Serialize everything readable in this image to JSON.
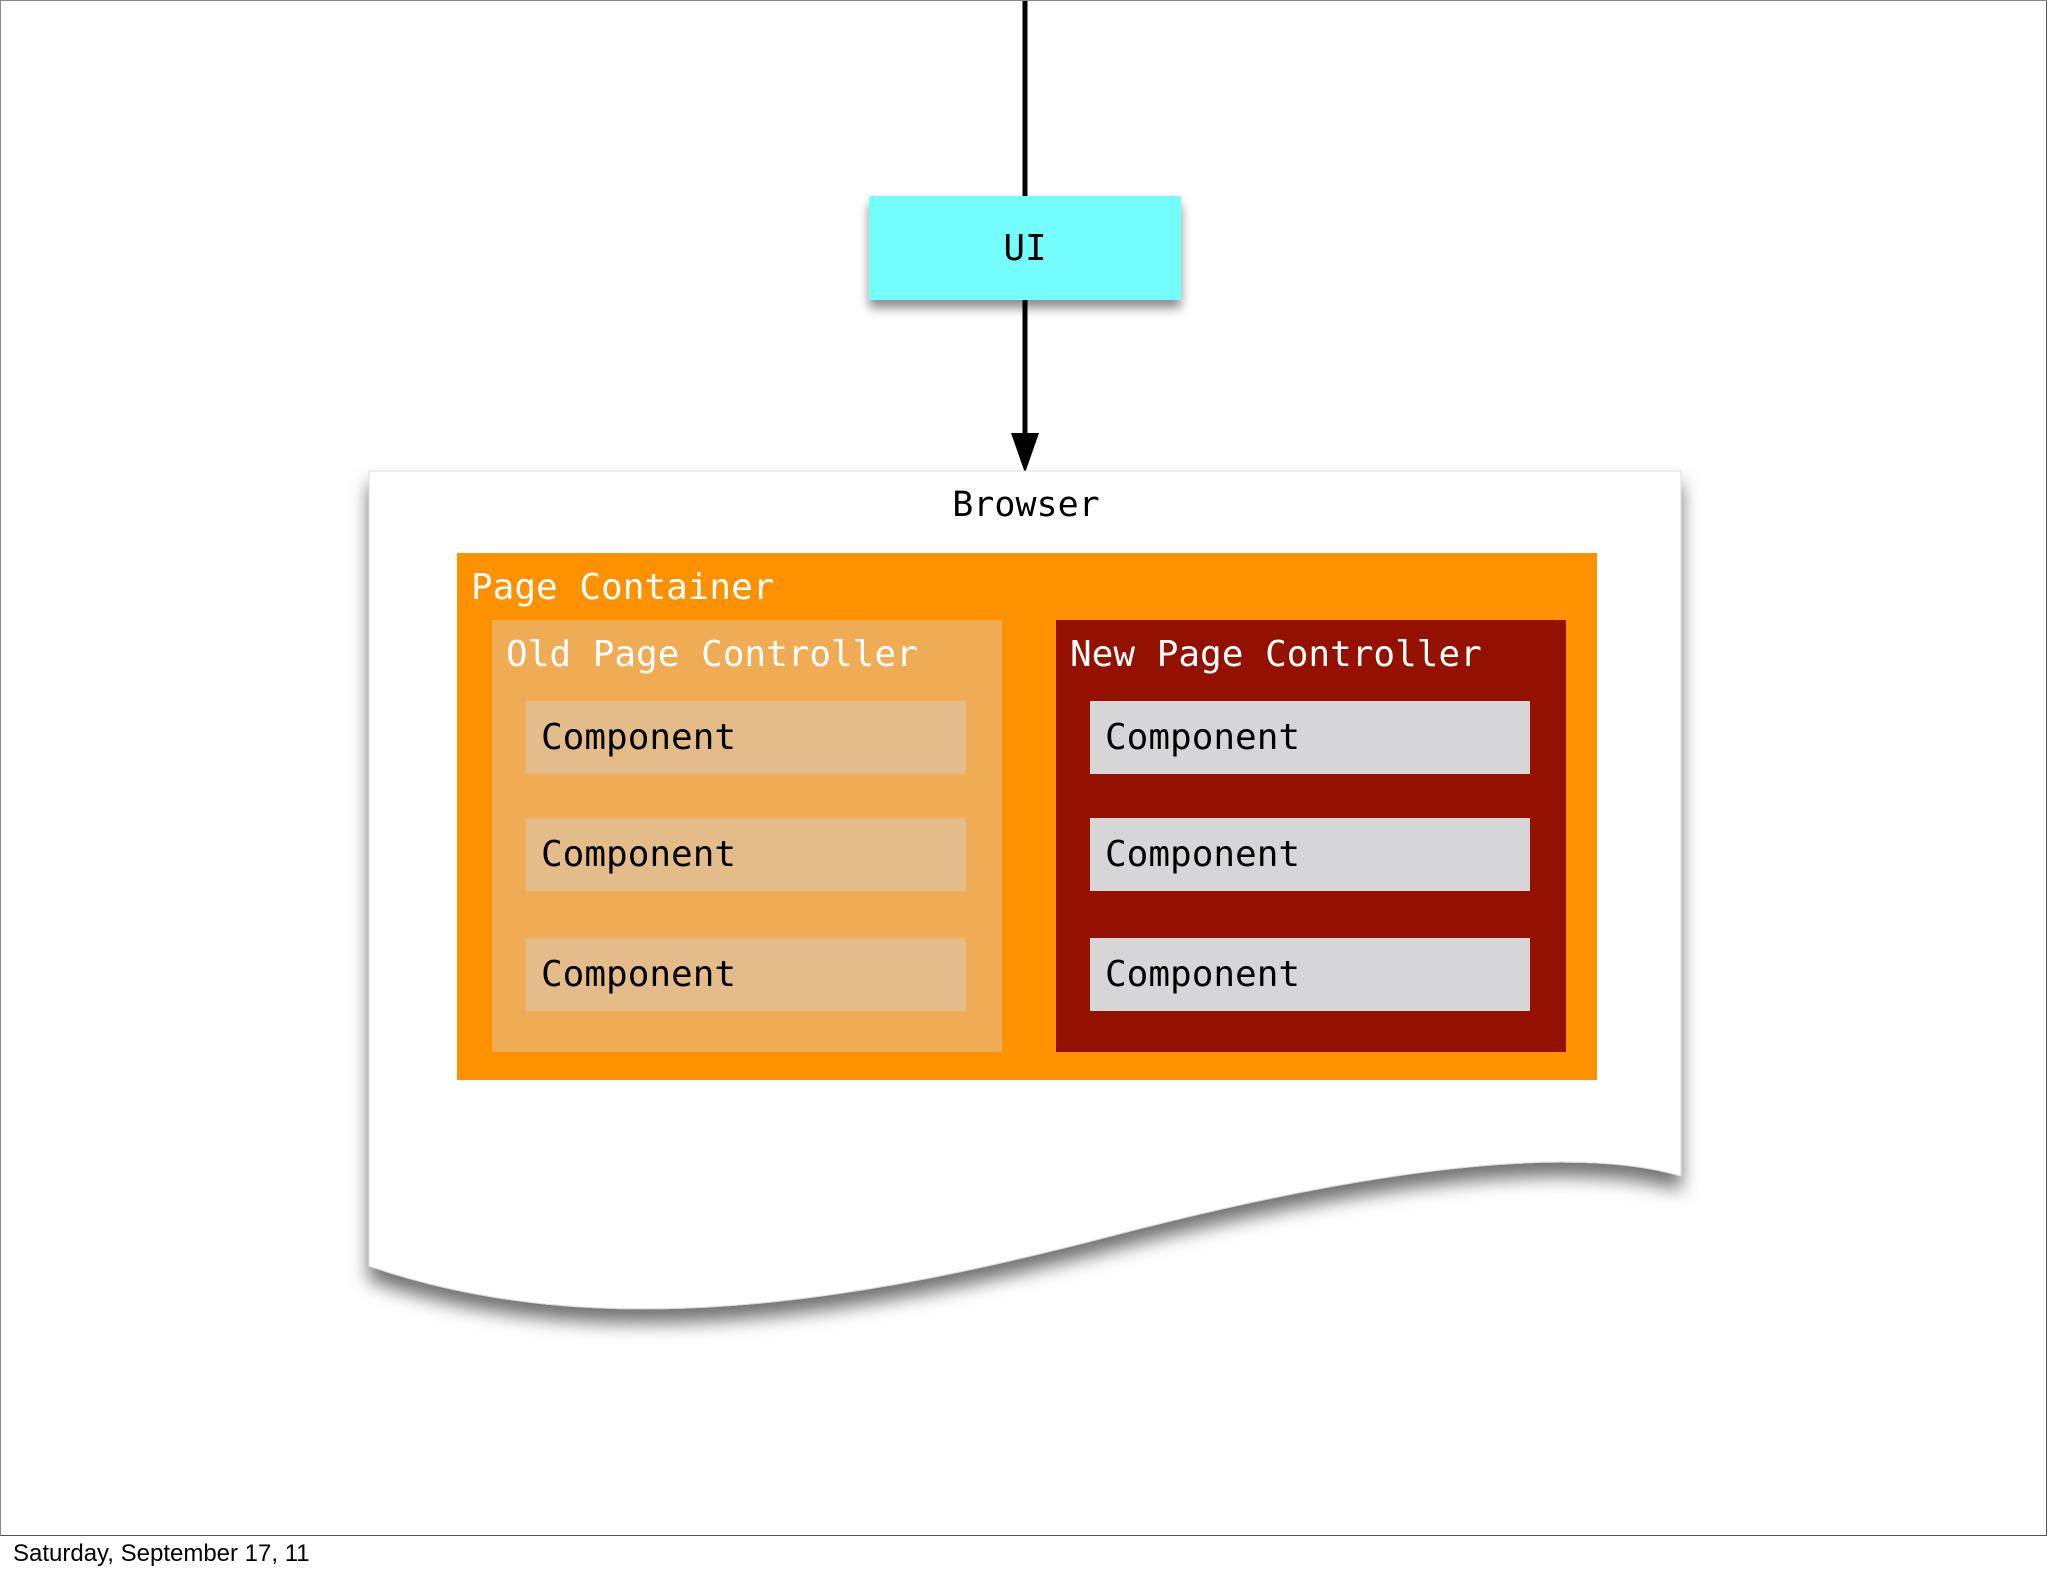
{
  "ui_box": {
    "label": "UI",
    "color": "#74fefb"
  },
  "browser": {
    "title": "Browser"
  },
  "page_container": {
    "title": "Page Container",
    "color": "#fd9100",
    "controllers": [
      {
        "title": "Old Page Controller",
        "color": "#efac54",
        "component_color": "#e3bc8a",
        "components": [
          "Component",
          "Component",
          "Component"
        ]
      },
      {
        "title": "New Page Controller",
        "color": "#941100",
        "component_color": "#d6d6d8",
        "components": [
          "Component",
          "Component",
          "Component"
        ]
      }
    ]
  },
  "footer": {
    "date": "Saturday, September 17, 11"
  }
}
